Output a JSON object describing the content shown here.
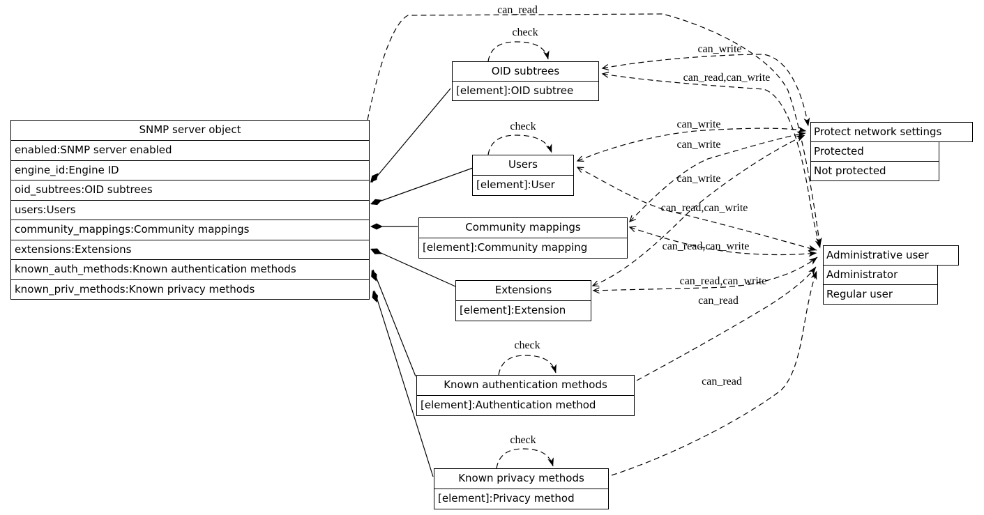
{
  "colors": {
    "line": "#000000",
    "background": "#ffffff",
    "box_border": "#000000",
    "text": "#000000"
  },
  "boxes": {
    "snmp_server": {
      "title": "SNMP server object",
      "rows": [
        "enabled:SNMP server enabled",
        "engine_id:Engine ID",
        "oid_subtrees:OID subtrees",
        "users:Users",
        "community_mappings:Community mappings",
        "extensions:Extensions",
        "known_auth_methods:Known authentication methods",
        "known_priv_methods:Known privacy methods"
      ]
    },
    "oid_subtrees": {
      "title": "OID subtrees",
      "rows": [
        "[element]:OID subtree"
      ]
    },
    "users": {
      "title": "Users",
      "rows": [
        "[element]:User"
      ]
    },
    "community_mappings": {
      "title": "Community mappings",
      "rows": [
        "[element]:Community mapping"
      ]
    },
    "extensions": {
      "title": "Extensions",
      "rows": [
        "[element]:Extension"
      ]
    },
    "known_auth_methods": {
      "title": "Known authentication methods",
      "rows": [
        "[element]:Authentication method"
      ]
    },
    "known_priv_methods": {
      "title": "Known privacy methods",
      "rows": [
        "[element]:Privacy method"
      ]
    },
    "protect_network_settings": {
      "title": "Protect network settings",
      "rows": [
        "Protected",
        "Not protected"
      ]
    },
    "administrative_user": {
      "title": "Administrative user",
      "rows": [
        "Administrator",
        "Regular user"
      ]
    }
  },
  "edges": [
    {
      "from": "SNMP server object",
      "to": "Administrative user",
      "label": "can_read"
    },
    {
      "from": "OID subtrees",
      "to": "Protect network settings",
      "label": "can_write"
    },
    {
      "from": "OID subtrees",
      "to": "Administrative user",
      "label": "can_read,can_write"
    },
    {
      "from": "Users",
      "to": "Protect network settings",
      "label": "can_write"
    },
    {
      "from": "Community mappings",
      "to": "Protect network settings",
      "label": "can_write"
    },
    {
      "from": "Extensions",
      "to": "Protect network settings",
      "label": "can_write"
    },
    {
      "from": "Users",
      "to": "Administrative user",
      "label": "can_read,can_write"
    },
    {
      "from": "Community mappings",
      "to": "Administrative user",
      "label": "can_read,can_write"
    },
    {
      "from": "Extensions",
      "to": "Administrative user",
      "label": "can_read,can_write"
    },
    {
      "from": "Known authentication methods",
      "to": "Administrative user",
      "label": "can_read"
    },
    {
      "from": "Known privacy methods",
      "to": "Administrative user",
      "label": "can_read"
    }
  ],
  "self_loops": [
    {
      "on": "OID subtrees",
      "label": "check"
    },
    {
      "on": "Users",
      "label": "check"
    },
    {
      "on": "Known authentication methods",
      "label": "check"
    },
    {
      "on": "Known privacy methods",
      "label": "check"
    }
  ],
  "compositions": [
    {
      "attr": "oid_subtrees",
      "to": "OID subtrees"
    },
    {
      "attr": "users",
      "to": "Users"
    },
    {
      "attr": "community_mappings",
      "to": "Community mappings"
    },
    {
      "attr": "extensions",
      "to": "Extensions"
    },
    {
      "attr": "known_auth_methods",
      "to": "Known authentication methods"
    },
    {
      "attr": "known_priv_methods",
      "to": "Known privacy methods"
    }
  ]
}
